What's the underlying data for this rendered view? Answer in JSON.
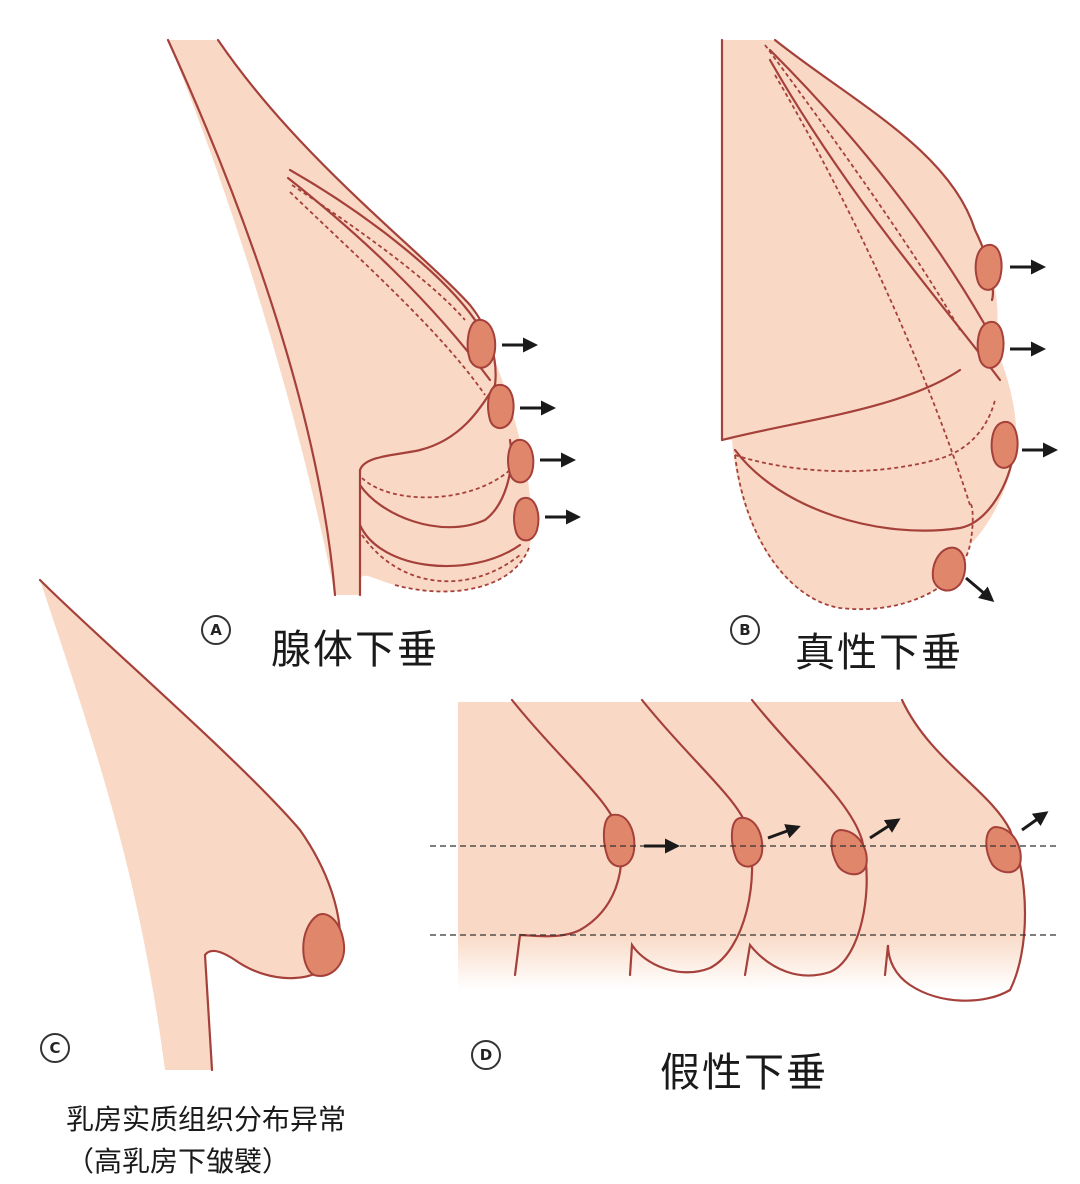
{
  "panels": {
    "a": {
      "badge": "A",
      "title": "腺体下垂"
    },
    "b": {
      "badge": "B",
      "title": "真性下垂"
    },
    "c": {
      "badge": "C",
      "caption_line1": "乳房实质组织分布异常",
      "caption_line2": "（高乳房下皱襞）"
    },
    "d": {
      "badge": "D",
      "title": "假性下垂"
    }
  },
  "colors": {
    "skin": "#f9d9c5",
    "outline": "#a5403a",
    "areola": "#e0876b",
    "dashed_guide": "#333333",
    "arrow": "#1a1a1a"
  }
}
